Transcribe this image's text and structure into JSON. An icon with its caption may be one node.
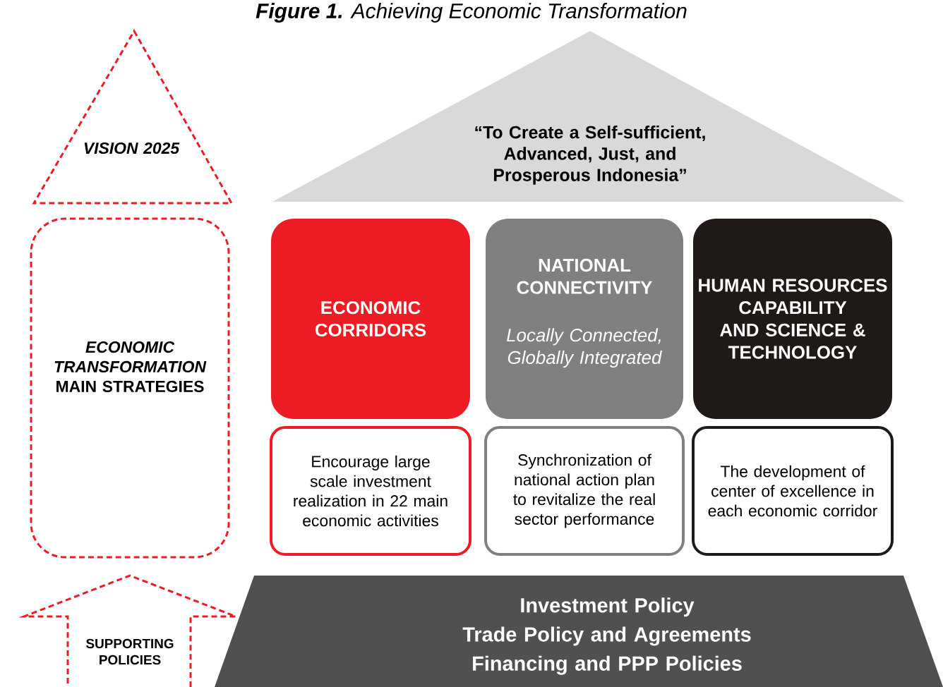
{
  "diagram": {
    "title": "**Figure 1.** Achieving Economic Transformation",
    "nodes": [
      {
        "text": [
          "VISION 2025"
        ]
      },
      {
        "text": [
          "“To Create a Self-sufficient, Advanced, Just, and Prosperous Indonesia”"
        ]
      },
      {
        "text": [
          "*ECONOMIC TRANSFORMATION* MAIN STRATEGIES"
        ]
      },
      {
        "text": [
          "ECONOMIC CORRIDORS"
        ]
      },
      {
        "text": [
          "NATIONAL CONNECTIVITY",
          "Locally Connected, Globally Integrated"
        ]
      },
      {
        "text": [
          "HUMAN RESOURCES CAPABILITY AND SCIENCE & TECHNOLOGY"
        ]
      },
      {
        "text": [
          "Encourage large scale investment realization in 22 main economic activities"
        ]
      },
      {
        "text": [
          "Synchronization of national action plan to revitalize the real sector performance"
        ]
      },
      {
        "text": [
          "The development of center of excellence in each economic corridor"
        ]
      },
      {
        "text": [
          "SUPPORTING POLICIES"
        ]
      },
      {
        "text": [
          "Investment Policy",
          "Trade Policy and Agreements",
          "Financing and PPP  Policies"
        ]
      }
    ]
  }
}
